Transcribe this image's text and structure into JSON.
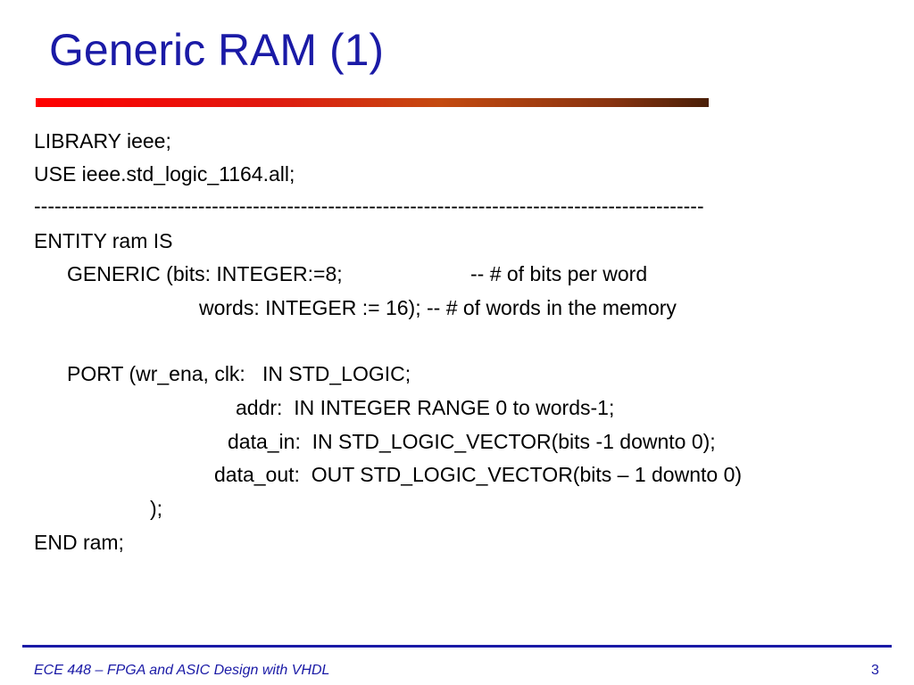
{
  "slide": {
    "title": "Generic RAM (1)",
    "code_lines": [
      "LIBRARY ieee;",
      "USE ieee.std_logic_1164.all;",
      "--------------------------------------------------------------------------------------------------",
      "ENTITY ram IS",
      "GENERIC (bits: INTEGER:=8;",
      "-- # of bits per word",
      "words: INTEGER := 16); -- # of words in the memory",
      "PORT (wr_ena, clk:   IN STD_LOGIC;",
      "addr:  IN INTEGER RANGE 0 to words-1;",
      "data_in:  IN STD_LOGIC_VECTOR(bits -1 downto 0);",
      "data_out:  OUT STD_LOGIC_VECTOR(bits – 1 downto 0)",
      ");",
      "END ram;"
    ],
    "footer": {
      "course": "ECE 448 – FPGA and ASIC Design with VHDL",
      "page_number": "3"
    }
  },
  "colors": {
    "title": "#1a1aa6",
    "rule_start": "#ff0000",
    "rule_end": "#4a1f08",
    "footer": "#1a1aa6",
    "text": "#000000"
  }
}
